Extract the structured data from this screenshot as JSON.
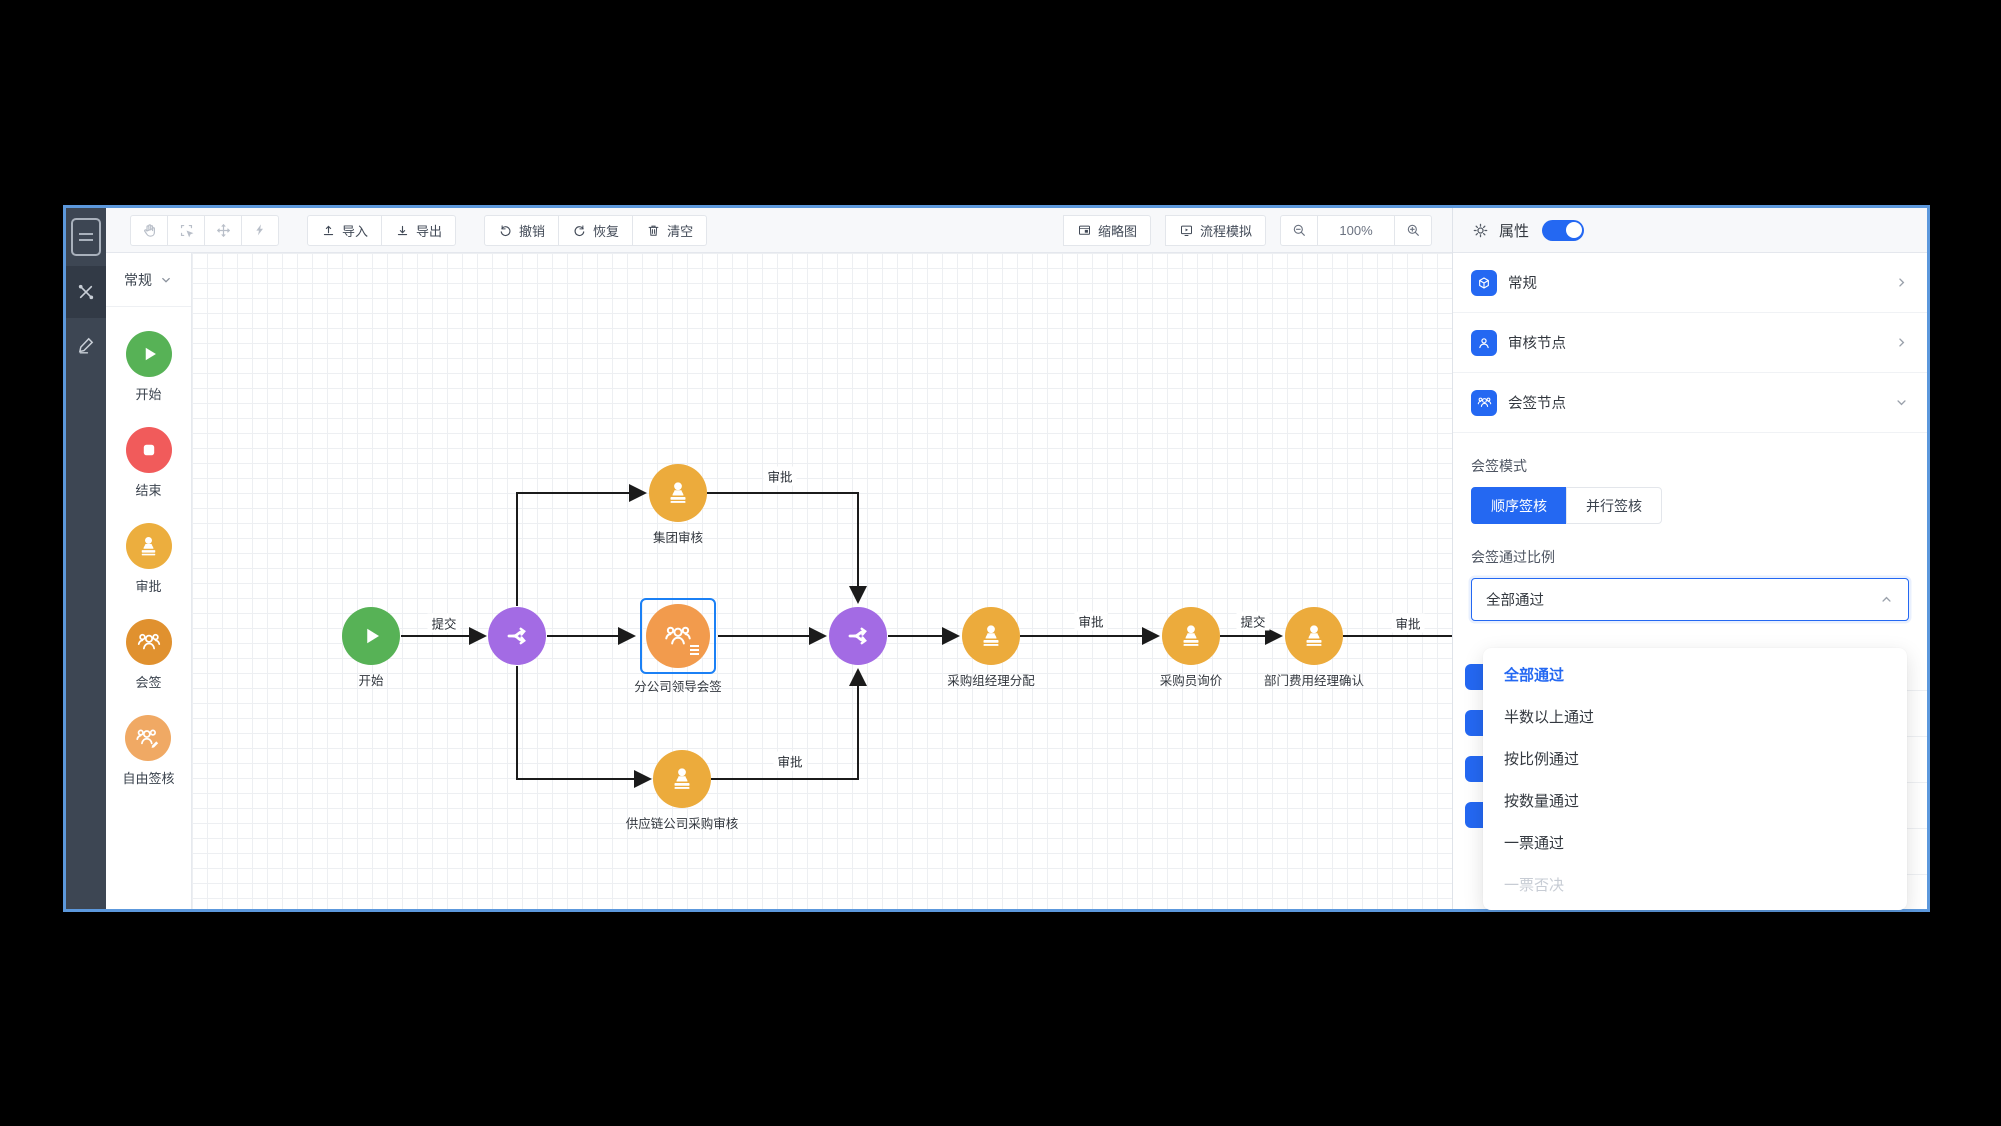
{
  "colors": {
    "accent": "#2468f2",
    "edge": "#1b1b1b",
    "start_green": "#57b256",
    "end_red": "#f15b5b",
    "approve_amber": "#ecab3c",
    "countersign_orange": "#e0912f",
    "free_sign_orange": "#f0a964",
    "gateway_purple": "#a36be4",
    "selected_node_orange": "#f29b4d",
    "selection_blue": "#1b80f5"
  },
  "rail": {
    "items": [
      "document-icon",
      "components-icon",
      "pen-icon"
    ]
  },
  "toolbar": {
    "tool_icons": [
      "hand-icon",
      "marquee-select-icon",
      "move-icon",
      "flash-icon"
    ],
    "import_label": "导入",
    "export_label": "导出",
    "undo_label": "撤销",
    "redo_label": "恢复",
    "clear_label": "清空",
    "minimap_label": "缩略图",
    "simulate_label": "流程模拟",
    "zoom_level": "100%"
  },
  "palette": {
    "group_label": "常规",
    "items": [
      {
        "label": "开始",
        "icon": "play-icon"
      },
      {
        "label": "结束",
        "icon": "stop-icon"
      },
      {
        "label": "审批",
        "icon": "stamp-icon"
      },
      {
        "label": "会签",
        "icon": "users-icon"
      },
      {
        "label": "自由签核",
        "icon": "users-pen-icon"
      }
    ]
  },
  "canvas": {
    "nodes": [
      {
        "label": "开始",
        "type": "start"
      },
      {
        "label": "集团审核",
        "type": "approve"
      },
      {
        "label": "分公司领导会签",
        "type": "countersign",
        "selected": true
      },
      {
        "label": "供应链公司采购审核",
        "type": "approve"
      },
      {
        "label": "采购组经理分配",
        "type": "approve"
      },
      {
        "label": "采购员询价",
        "type": "approve"
      },
      {
        "label": "部门费用经理确认",
        "type": "approve"
      }
    ],
    "gateway_count": 2,
    "edge_labels": [
      "提交",
      "审批",
      "审批",
      "审批",
      "提交",
      "审批"
    ]
  },
  "panel": {
    "title": "属性",
    "toggle_on": true,
    "sections": [
      {
        "label": "常规",
        "icon": "box-icon",
        "state": "collapsed"
      },
      {
        "label": "审核节点",
        "icon": "user-icon",
        "state": "collapsed"
      },
      {
        "label": "会签节点",
        "icon": "users-icon",
        "state": "expanded"
      }
    ],
    "sign_mode_label": "会签模式",
    "sign_mode_options": [
      {
        "label": "顺序签核",
        "selected": true
      },
      {
        "label": "并行签核",
        "selected": false
      }
    ],
    "pass_ratio_label": "会签通过比例",
    "pass_ratio_value": "全部通过",
    "dropdown_options": [
      {
        "label": "全部通过",
        "state": "selected"
      },
      {
        "label": "半数以上通过",
        "state": "normal"
      },
      {
        "label": "按比例通过",
        "state": "normal"
      },
      {
        "label": "按数量通过",
        "state": "normal"
      },
      {
        "label": "一票通过",
        "state": "normal"
      },
      {
        "label": "一票否决",
        "state": "disabled"
      }
    ]
  }
}
